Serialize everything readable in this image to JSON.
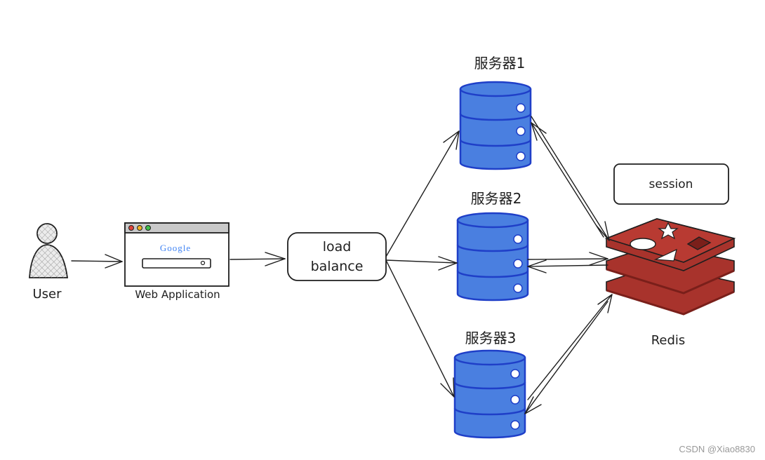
{
  "nodes": {
    "user": {
      "label": "User"
    },
    "web_app": {
      "label": "Web Application",
      "logo": "Google"
    },
    "load_balancer": {
      "line1": "load",
      "line2": "balance"
    },
    "server1": {
      "label": "服务器1"
    },
    "server2": {
      "label": "服务器2"
    },
    "server3": {
      "label": "服务器3"
    },
    "session": {
      "label": "session"
    },
    "redis": {
      "label": "Redis"
    }
  },
  "watermark": "CSDN @Xiao8830",
  "colors": {
    "server_fill": "#4a7fe0",
    "server_stroke": "#1f3fc8",
    "redis_fill": "#a8332c",
    "redis_dark": "#7a1f1a",
    "browser_bar": "#c9c9c9",
    "user_fill": "#d8d8d8",
    "stroke": "#1e1e1e"
  },
  "icons": {
    "user": "person-icon",
    "web_app": "browser-window-icon",
    "servers": "database-stack-icon",
    "redis": "redis-logo-icon"
  }
}
